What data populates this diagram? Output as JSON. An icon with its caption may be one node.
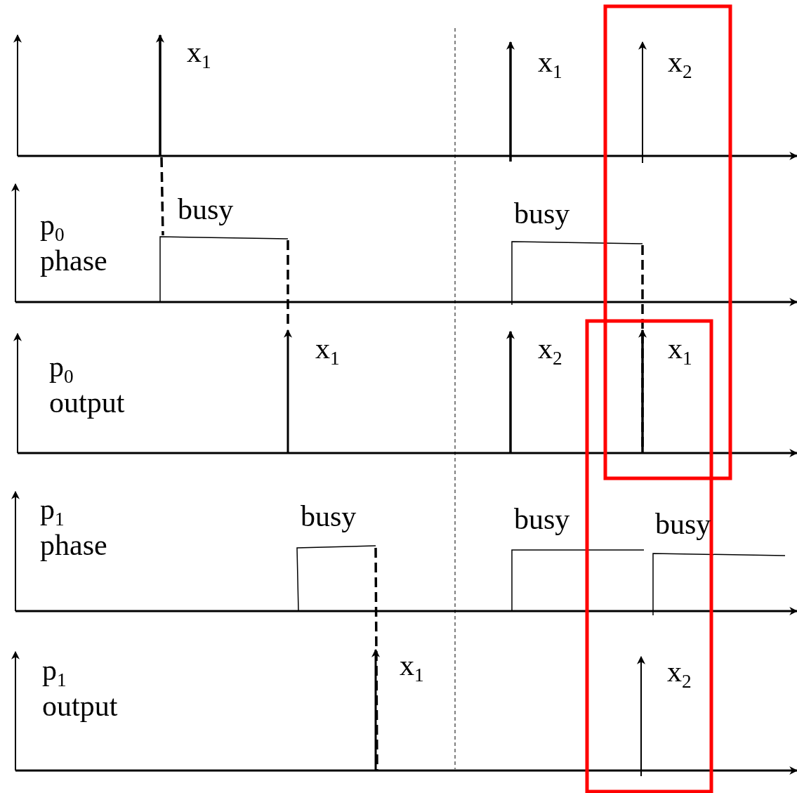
{
  "diagram": {
    "labels": [
      "x$_{1}$",
      "x$_{1}$",
      "x$_{2}$",
      "busy",
      "p$_{0}$ phase",
      "busy",
      "x$_{1}$",
      "p$_{0}$ output",
      "x$_{2}$",
      "x$_{1}$",
      "p$_{1}$ phase",
      "busy",
      "busy",
      "busy",
      "x$_{1}$",
      "p$_{1}$ output",
      "x$_{2}$"
    ]
  }
}
